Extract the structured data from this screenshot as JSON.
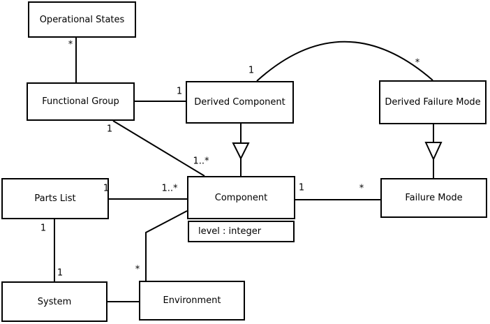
{
  "diagram": {
    "kind": "uml-class-diagram",
    "colors": {
      "background": "#ffffff",
      "line": "#000000",
      "box_fill": "#ffffff",
      "text": "#000000"
    },
    "classes": [
      {
        "name": "Operational States"
      },
      {
        "name": "Functional Group"
      },
      {
        "name": "Derived Component"
      },
      {
        "name": "Derived Failure Mode"
      },
      {
        "name": "Parts List"
      },
      {
        "name": "Component",
        "attributes": [
          "level : integer"
        ]
      },
      {
        "name": "Failure Mode"
      },
      {
        "name": "System"
      },
      {
        "name": "Environment"
      }
    ],
    "relationships": [
      {
        "from": "Operational States",
        "to": "Functional Group",
        "type": "association",
        "from_label": "*"
      },
      {
        "from": "Functional Group",
        "to": "Derived Component",
        "type": "association",
        "to_label": "1"
      },
      {
        "from": "Functional Group",
        "to": "Component",
        "type": "association",
        "from_label": "1",
        "to_label": "1..*"
      },
      {
        "from": "Derived Component",
        "to": "Component",
        "type": "generalization"
      },
      {
        "from": "Derived Failure Mode",
        "to": "Failure Mode",
        "type": "generalization"
      },
      {
        "from": "Derived Component",
        "to": "Derived Failure Mode",
        "type": "association",
        "from_label": "1",
        "to_label": "*"
      },
      {
        "from": "Parts List",
        "to": "Component",
        "type": "association",
        "from_label": "1",
        "to_label": "1..*"
      },
      {
        "from": "Component",
        "to": "Failure Mode",
        "type": "association",
        "from_label": "1",
        "to_label": "*"
      },
      {
        "from": "Parts List",
        "to": "System",
        "type": "association",
        "from_label": "1",
        "to_label": "1"
      },
      {
        "from": "System",
        "to": "Environment",
        "type": "association"
      },
      {
        "from": "Environment",
        "to": "Component",
        "type": "association",
        "from_label": "*"
      }
    ]
  }
}
